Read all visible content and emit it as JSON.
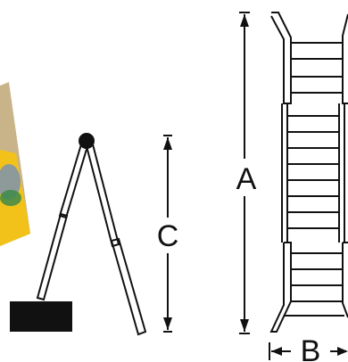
{
  "labels": {
    "height_a": "A",
    "height_c": "C",
    "width_b": "B"
  },
  "colors": {
    "line": "#111111",
    "foot_block": "#111111",
    "photo_yellow": "#f2c21a",
    "photo_green": "#3e8a4a",
    "photo_grey": "#8e9a9a"
  }
}
